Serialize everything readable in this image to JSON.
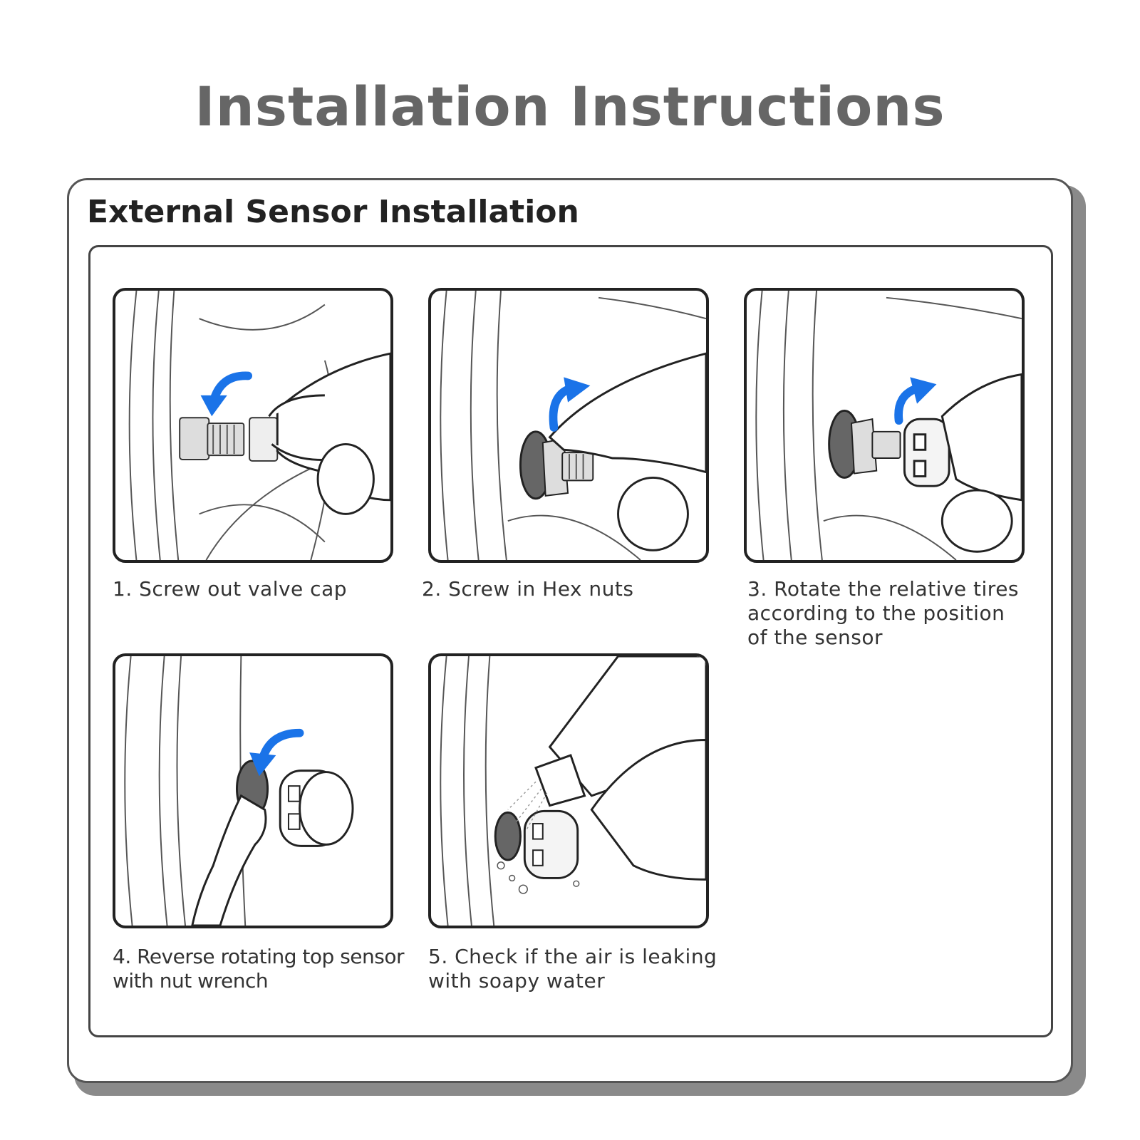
{
  "page": {
    "title": "Installation Instructions",
    "section_title": "External Sensor Installation"
  },
  "colors": {
    "title_gray": "#666666",
    "arrow_blue": "#1a73e8",
    "line_dark": "#222222"
  },
  "steps": [
    {
      "illustration": "valve-cap-removal",
      "caption_lines": [
        "1. Screw out valve cap"
      ]
    },
    {
      "illustration": "hex-nut-install",
      "caption_lines": [
        "2. Screw in Hex nuts"
      ]
    },
    {
      "illustration": "sensor-rotate",
      "caption_lines": [
        "3. Rotate the relative tires",
        "according to the position",
        "of the sensor"
      ]
    },
    {
      "illustration": "wrench-tighten",
      "caption_lines": [
        "4. Reverse rotating top sensor",
        "with nut wrench"
      ]
    },
    {
      "illustration": "soapy-water-check",
      "caption_lines": [
        "5. Check if the air is leaking",
        "with soapy water"
      ]
    }
  ]
}
